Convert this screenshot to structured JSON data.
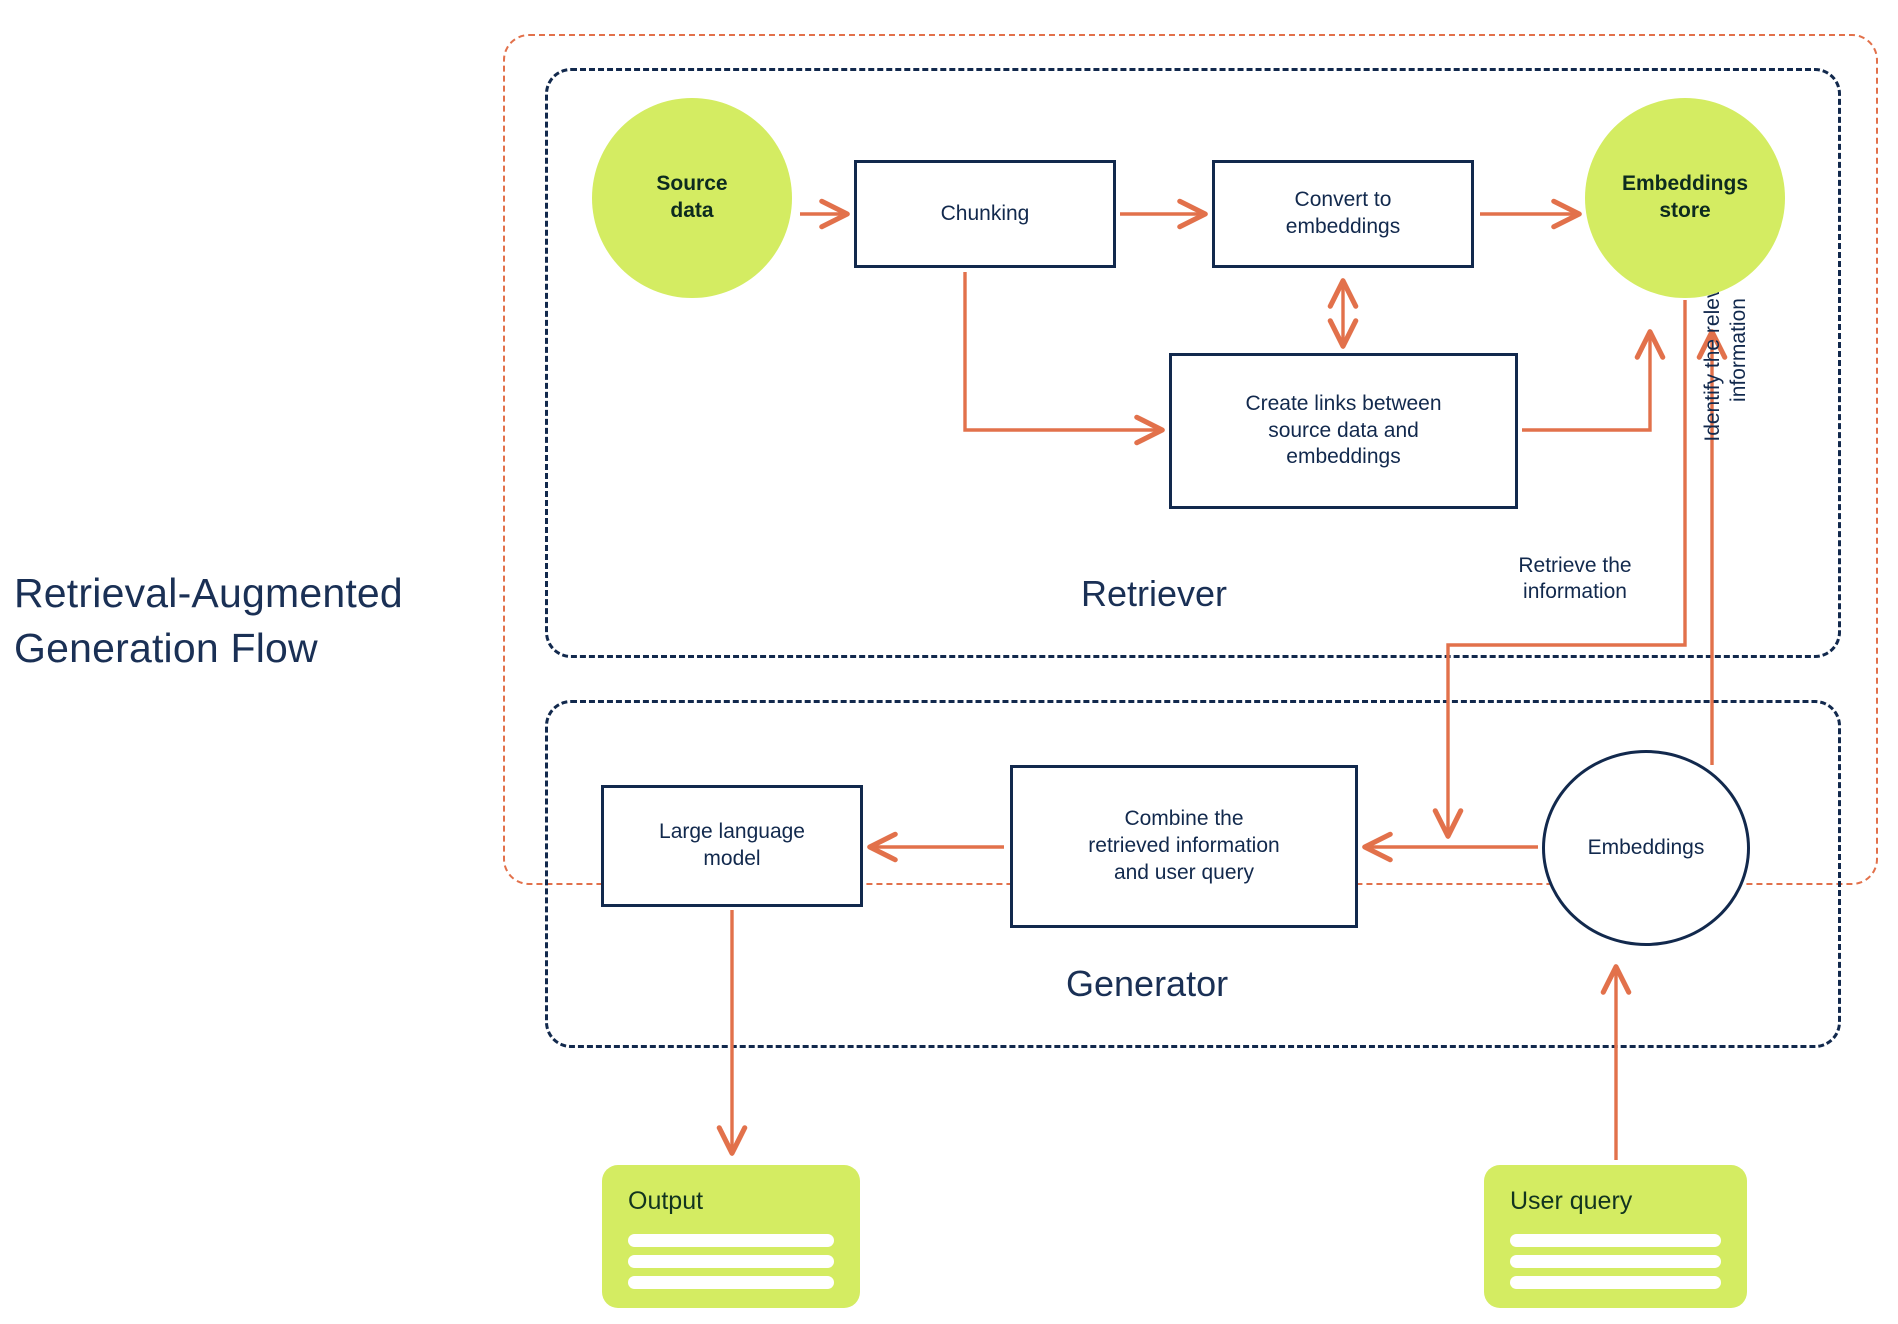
{
  "title": "Retrieval-Augmented Generation Flow",
  "colors": {
    "navy": "#12294d",
    "orange": "#e2714b",
    "lime": "#d4ec62",
    "white": "#ffffff"
  },
  "containers": {
    "outer": {
      "name": "RAG pipeline boundary",
      "style": "dashed-orange"
    },
    "retriever": {
      "label": "Retriever",
      "style": "dashed-navy"
    },
    "generator": {
      "label": "Generator",
      "style": "dashed-navy"
    }
  },
  "nodes": {
    "source_data": "Source\ndata",
    "chunking": "Chunking",
    "convert_to_embeddings": "Convert to\nembeddings",
    "embeddings_store": "Embeddings\nstore",
    "create_links": "Create links between\nsource data and\nembeddings",
    "large_language_model": "Large language\nmodel",
    "combine": "Combine the\nretrieved information\nand user query",
    "embeddings": "Embeddings"
  },
  "cards": {
    "output": {
      "title": "Output",
      "lines": 3
    },
    "user_query": {
      "title": "User query",
      "lines": 3
    }
  },
  "edge_labels": {
    "retrieve_information": "Retrieve the\ninformation",
    "identify_relevant": "Identify the relevant\ninformation"
  },
  "chart_data": {
    "type": "diagram",
    "title": "Retrieval-Augmented Generation Flow",
    "nodes": [
      {
        "id": "source_data",
        "label": "Source data",
        "shape": "circle",
        "fill": "#d4ec62",
        "group": "retriever"
      },
      {
        "id": "chunking",
        "label": "Chunking",
        "shape": "rect",
        "fill": "#ffffff",
        "group": "retriever"
      },
      {
        "id": "convert_to_embeddings",
        "label": "Convert to embeddings",
        "shape": "rect",
        "fill": "#ffffff",
        "group": "retriever"
      },
      {
        "id": "embeddings_store",
        "label": "Embeddings store",
        "shape": "circle",
        "fill": "#d4ec62",
        "group": "retriever"
      },
      {
        "id": "create_links",
        "label": "Create links between source data and embeddings",
        "shape": "rect",
        "fill": "#ffffff",
        "group": "retriever"
      },
      {
        "id": "large_language_model",
        "label": "Large language model",
        "shape": "rect",
        "fill": "#ffffff",
        "group": "generator"
      },
      {
        "id": "combine",
        "label": "Combine the retrieved information and user query",
        "shape": "rect",
        "fill": "#ffffff",
        "group": "generator"
      },
      {
        "id": "embeddings",
        "label": "Embeddings",
        "shape": "circle",
        "fill": "#ffffff",
        "group": "generator"
      },
      {
        "id": "output",
        "label": "Output",
        "shape": "card",
        "fill": "#d4ec62",
        "group": "external"
      },
      {
        "id": "user_query",
        "label": "User query",
        "shape": "card",
        "fill": "#d4ec62",
        "group": "external"
      }
    ],
    "edges": [
      {
        "from": "source_data",
        "to": "chunking",
        "label": "",
        "direction": "forward"
      },
      {
        "from": "chunking",
        "to": "convert_to_embeddings",
        "label": "",
        "direction": "forward"
      },
      {
        "from": "convert_to_embeddings",
        "to": "embeddings_store",
        "label": "",
        "direction": "forward"
      },
      {
        "from": "chunking",
        "to": "create_links",
        "label": "",
        "direction": "forward"
      },
      {
        "from": "convert_to_embeddings",
        "to": "create_links",
        "label": "",
        "direction": "bidirectional"
      },
      {
        "from": "create_links",
        "to": "embeddings_store",
        "label": "",
        "direction": "forward"
      },
      {
        "from": "embeddings_store",
        "to": "combine",
        "label": "Retrieve the information",
        "direction": "forward"
      },
      {
        "from": "embeddings",
        "to": "embeddings_store",
        "label": "Identify the relevant information",
        "direction": "forward"
      },
      {
        "from": "embeddings",
        "to": "combine",
        "label": "",
        "direction": "forward"
      },
      {
        "from": "combine",
        "to": "large_language_model",
        "label": "",
        "direction": "forward"
      },
      {
        "from": "large_language_model",
        "to": "output",
        "label": "",
        "direction": "forward"
      },
      {
        "from": "user_query",
        "to": "embeddings",
        "label": "",
        "direction": "forward"
      }
    ],
    "groups": [
      {
        "id": "retriever",
        "label": "Retriever"
      },
      {
        "id": "generator",
        "label": "Generator"
      }
    ]
  }
}
